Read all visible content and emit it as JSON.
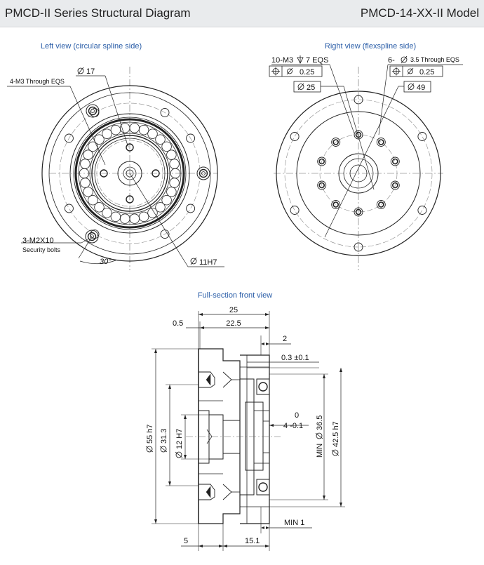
{
  "header": {
    "title": "PMCD-II Series Structural Diagram",
    "model": "PMCD-14-XX-II Model"
  },
  "left_view": {
    "caption": "Left view (circular spline side)",
    "through_label": "4-M3 Through EQS",
    "dia17": "17",
    "bolts_label": "3-M2X10",
    "bolts_sub": "Security bolts",
    "angle": "30°",
    "dia11": "11H7"
  },
  "right_view": {
    "caption": "Right view (flexspline side)",
    "m3_label": "10-M3",
    "m3_depth": "7 EQS",
    "holes_label": "6-",
    "holes_sub": "3.5 Through EQS",
    "tol_left": "0.25",
    "tol_right": "0.25",
    "dia25": "25",
    "dia49": "49"
  },
  "section_view": {
    "caption": "Full-section front view",
    "d25": "25",
    "d05": "0.5",
    "d225": "22.5",
    "d2": "2",
    "d03": "0.3 ±0.1",
    "d0": "0",
    "d4": "4 -0.1",
    "d55": "55 h7",
    "d313": "31.3",
    "d12": "12 H7",
    "min_label": "MIN",
    "d365": "36.5",
    "d425": "42.5 h7",
    "d5": "5",
    "d151": "15.1",
    "min1": "MIN 1"
  }
}
